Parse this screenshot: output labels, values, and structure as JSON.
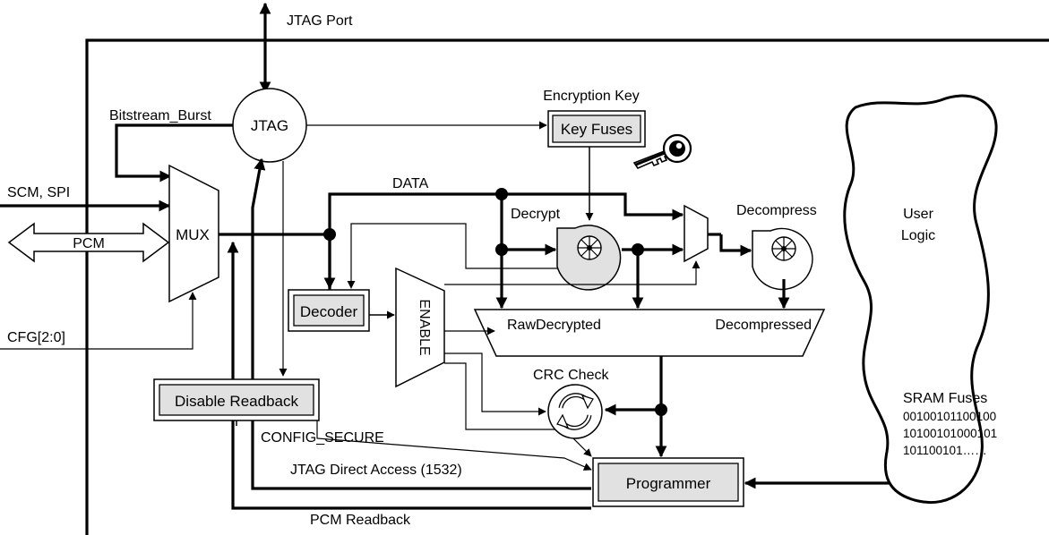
{
  "labels": {
    "jtag_port": "JTAG Port",
    "jtag": "JTAG",
    "bitstream_burst": "Bitstream_Burst",
    "encryption_key": "Encryption Key",
    "key_fuses": "Key Fuses",
    "scm_spi": "SCM, SPI",
    "pcm": "PCM",
    "mux": "MUX",
    "data": "DATA",
    "decrypt": "Decrypt",
    "decompress": "Decompress",
    "user_logic_line1": "User",
    "user_logic_line2": "Logic",
    "decoder": "Decoder",
    "enable": "ENABLE",
    "raw_decrypted": "RawDecrypted",
    "decompressed": "Decompressed",
    "cfg": "CFG[2:0]",
    "crc_check": "CRC Check",
    "disable_readback": "Disable Readback",
    "config_secure": "CONFIG_SECURE",
    "sram_fuses": "SRAM Fuses",
    "sram_bits": [
      "00100101100100",
      "10100101000101",
      "101100101……"
    ],
    "jtag_direct_access": "JTAG Direct Access (1532)",
    "pcm_readback": "PCM Readback",
    "programmer": "Programmer"
  },
  "icons": [
    "key-icon",
    "turbine-icon",
    "crc-cycle-icon"
  ]
}
